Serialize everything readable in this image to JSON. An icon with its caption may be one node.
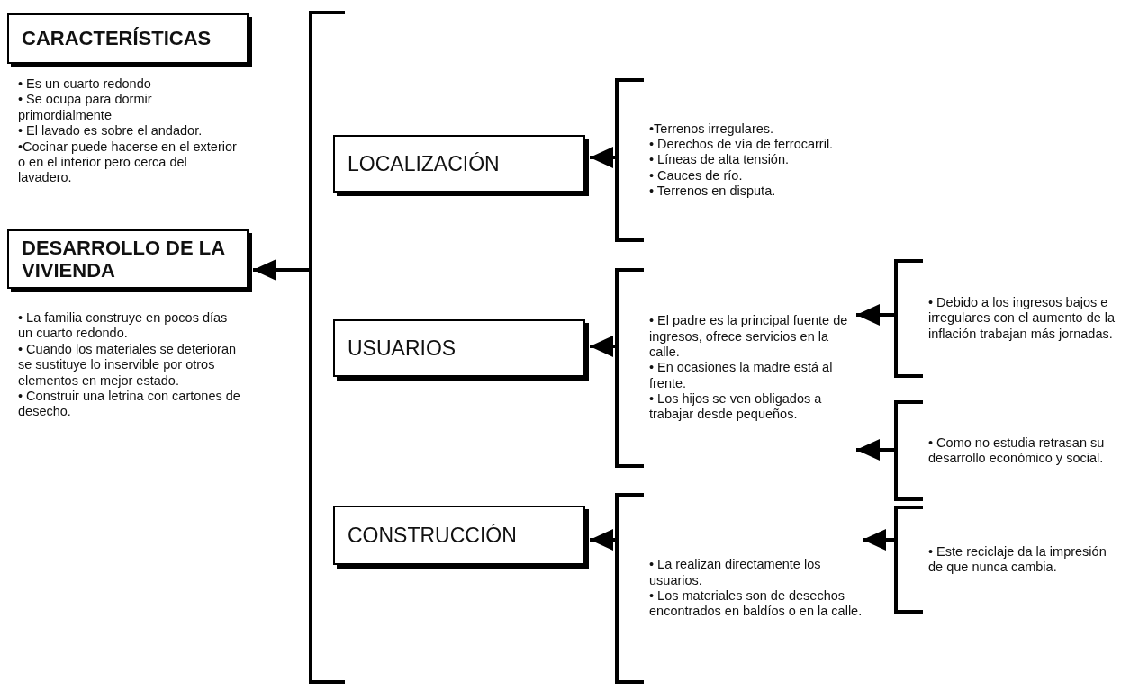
{
  "diagram": {
    "nodes": [
      {
        "text": [
          "CARACTERÍSTICAS"
        ],
        "beside": [
          "• Es un cuarto redondo",
          "• Se ocupa para dormir primordialmente",
          "• El lavado es sobre el andador.",
          "•Cocinar puede hacerse en el exterior o en el interior pero cerca del lavadero."
        ]
      },
      {
        "text": [
          "DESARROLLO DE LA VIVIENDA"
        ],
        "beside": [
          "• La familia construye en pocos días un cuarto redondo.",
          "• Cuando los materiales se deterioran se sustituye lo inservible por otros elementos en mejor estado.",
          "• Construir una letrina con cartones de desecho."
        ]
      },
      {
        "text": [],
        "shape": "bracket"
      },
      {
        "text": [
          "LOCALIZACIÓN"
        ]
      },
      {
        "text": [
          "USUARIOS"
        ]
      },
      {
        "text": [
          "CONSTRUCCIÓN"
        ]
      },
      {
        "text": [
          "•Terrenos irregulares.",
          "• Derechos de vía de ferrocarril.",
          "• Líneas de alta tensión.",
          "• Cauces de río.",
          "• Terrenos en disputa."
        ]
      },
      {
        "text": [
          "• El padre es la principal fuente de ingresos, ofrece servicios en la calle.",
          "• En ocasiones la madre está al frente.",
          "• Los hijos se ven obligados a trabajar desde pequeños."
        ]
      },
      {
        "text": [
          "• La realizan directamente los usuarios.",
          "• Los materiales son de desechos encontrados en baldíos o en la calle."
        ]
      },
      {
        "text": [
          "• Debido a los ingresos bajos e irregulares con el aumento de la inflación trabajan más jornadas."
        ]
      },
      {
        "text": [
          "• Como no estudia retrasan su desarrollo económico y social."
        ]
      },
      {
        "text": [
          "• Este reciclaje da la impresión de que nunca cambia."
        ]
      }
    ],
    "edges": [
      {
        "from": 2,
        "to": 1,
        "arrow": "to"
      },
      {
        "from": 6,
        "to": 3,
        "arrow": "to"
      },
      {
        "from": 7,
        "to": 4,
        "arrow": "to"
      },
      {
        "from": 8,
        "to": 5,
        "arrow": "to"
      },
      {
        "from": 9,
        "to": 7,
        "arrow": "to"
      },
      {
        "from": 10,
        "to": 7,
        "arrow": "to"
      },
      {
        "from": 11,
        "to": 8,
        "arrow": "to"
      }
    ]
  }
}
